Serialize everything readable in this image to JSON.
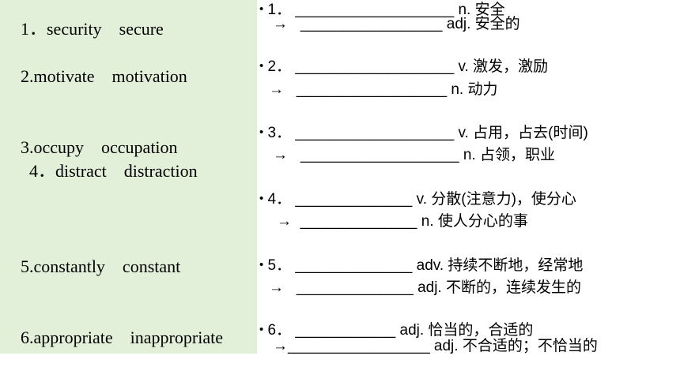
{
  "answers": [
    "1．security    secure",
    "2.motivate    motivation",
    "3.occupy    occupation",
    "  4．distract    distraction",
    "5.constantly    constant",
    "6.appropriate    inappropriate"
  ],
  "items": [
    {
      "bullet": "•",
      "num": "1．",
      "blank": "___________________",
      "meaning": "n. 安全"
    },
    {
      "arrow": "→",
      "blank": "_________________",
      "meaning": "adj. 安全的"
    },
    {
      "bullet": "•",
      "num": "2．",
      "blank": "___________________",
      "meaning": "v. 激发，激励"
    },
    {
      "arrow": "→",
      "blank": "__________________",
      "meaning": "n. 动力"
    },
    {
      "bullet": "•",
      "num": "3．",
      "blank": "___________________",
      "meaning": "v. 占用，占去(时间)"
    },
    {
      "arrow": "→",
      "blank": "___________________",
      "meaning": "n. 占领，职业"
    },
    {
      "bullet": "•",
      "num": "4．",
      "blank": "______________",
      "meaning": "v. 分散(注意力)，使分心"
    },
    {
      "arrow": "→",
      "blank": "______________",
      "meaning": "n. 使人分心的事"
    },
    {
      "bullet": "•",
      "num": "5．",
      "blank": "______________",
      "meaning": "adv. 持续不断地，经常地"
    },
    {
      "arrow": "→",
      "blank": "______________",
      "meaning": "adj. 不断的，连续发生的"
    },
    {
      "bullet": "•",
      "num": "6．",
      "blank": "____________",
      "meaning": "adj. 恰当的，合适的"
    },
    {
      "arrow": "→",
      "blank": "_________________",
      "meaning": "adj. 不合适的；不恰当的"
    }
  ]
}
